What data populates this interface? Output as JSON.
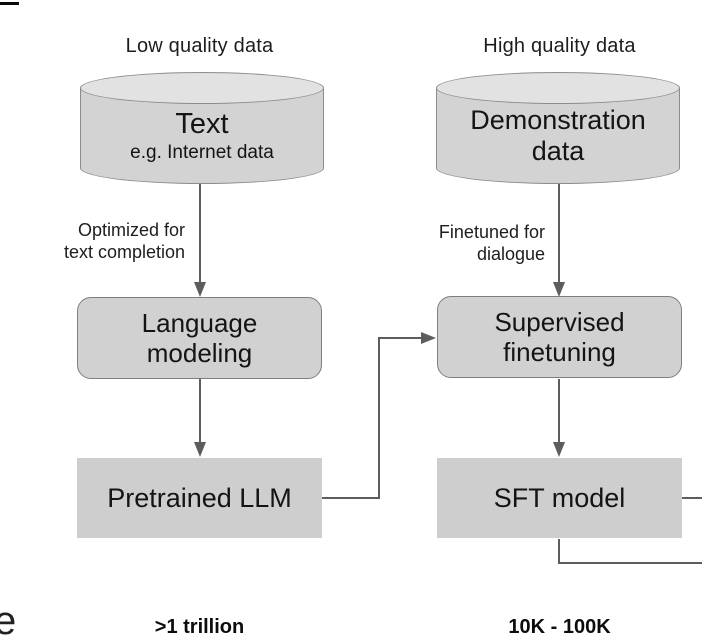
{
  "columns": [
    {
      "id": "pretraining",
      "quality_label": "Low quality data",
      "datastore": {
        "title": "Text",
        "subtitle": "e.g. Internet data"
      },
      "edge_label": [
        "Optimized for",
        "text completion"
      ],
      "process": [
        "Language",
        "modeling"
      ],
      "result": "Pretrained LLM",
      "scale": ">1 trillion"
    },
    {
      "id": "sft",
      "quality_label": "High quality data",
      "datastore": {
        "title": "Demonstration",
        "subtitle": "data"
      },
      "edge_label": [
        "Finetuned for",
        "dialogue"
      ],
      "process": [
        "Supervised",
        "finetuning"
      ],
      "result": "SFT model",
      "scale": "10K - 100K"
    }
  ],
  "fragments": {
    "bottom_left_text": "e"
  },
  "colors": {
    "background": "#ffffff",
    "cylinder_top": "#e2e2e2",
    "cylinder_body": "#d3d3d3",
    "shape_border": "#8c8c8c",
    "process_box_fill": "#d1d1d1",
    "process_box_border": "#7e7e7e",
    "result_box_fill": "#cecece",
    "connector": "#5d5d5d",
    "text": "#1d1d1d"
  }
}
